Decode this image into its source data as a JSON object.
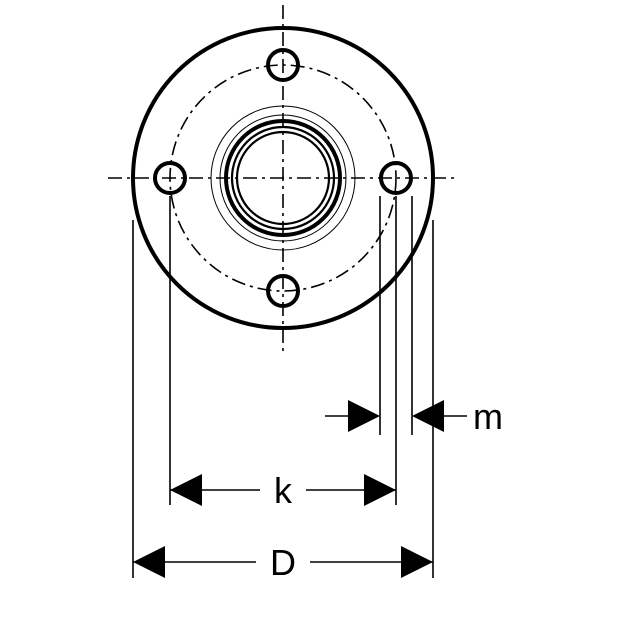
{
  "diagram": {
    "labels": {
      "m": "m",
      "k": "k",
      "D": "D"
    }
  }
}
